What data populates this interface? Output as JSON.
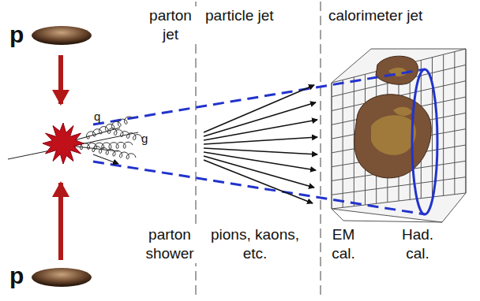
{
  "diagram": {
    "labels": [
      "p",
      "parton jet",
      "particle jet",
      "calorimeter jet",
      "q",
      "g",
      "p",
      "parton shower",
      "pions, kaons, etc.",
      "EM cal.",
      "Had. cal."
    ]
  }
}
